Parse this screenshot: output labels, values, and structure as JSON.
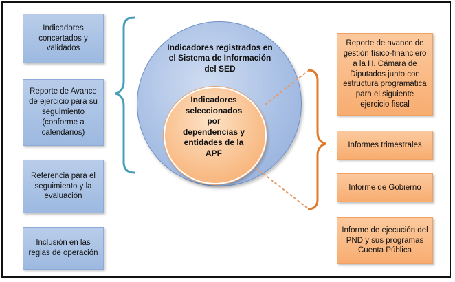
{
  "left_boxes": [
    {
      "text": "Indicadores\nconcertados y\nvalidados"
    },
    {
      "text": "Reporte de Avance\nde ejercicio para su\nseguimiento\n(conforme a\ncalendarios)"
    },
    {
      "text": "Referencia para el\nseguimiento y la\nevaluación"
    },
    {
      "text": "Inclusión en las\nreglas de operación"
    }
  ],
  "outer_circle": {
    "text": "Indicadores registrados en\nel Sistema de Información\ndel SED"
  },
  "inner_circle": {
    "text": "Indicadores\nseleccionados\npor\ndependencias y\nentidades de la\nAPF"
  },
  "right_boxes": [
    {
      "text": "Reporte de avance de\ngestión físico-financiero\na la H. Cámara de\nDiputados junto con\nestructura programática\npara el siguiente\nejercicio fiscal"
    },
    {
      "text": "Informes trimestrales"
    },
    {
      "text": "Informe de Gobierno"
    },
    {
      "text": "Informe de ejecución del\nPND y sus programas\nCuenta Pública"
    }
  ],
  "colors": {
    "blue_box": "#a9c2e6",
    "orange_box": "#f9b980",
    "left_brace": "#4a9fb8",
    "right_brace": "#e07b2e"
  }
}
